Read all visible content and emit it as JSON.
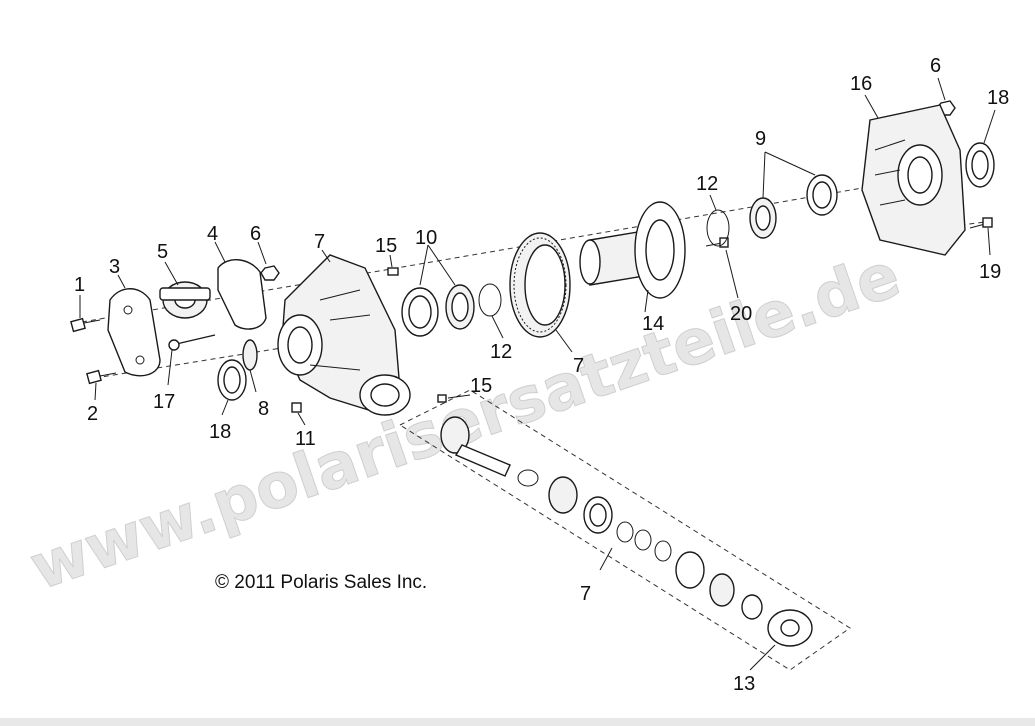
{
  "watermark": "www.polarisersatzteile.de",
  "copyright": "© 2011 Polaris Sales Inc.",
  "callouts": {
    "c1": "1",
    "c2": "2",
    "c3": "3",
    "c4": "4",
    "c5": "5",
    "c6a": "6",
    "c6b": "6",
    "c7a": "7",
    "c7b": "7",
    "c7c": "7",
    "c8": "8",
    "c9": "9",
    "c10": "10",
    "c11": "11",
    "c12a": "12",
    "c12b": "12",
    "c13": "13",
    "c14": "14",
    "c15a": "15",
    "c15b": "15",
    "c16": "16",
    "c17": "17",
    "c18a": "18",
    "c18b": "18",
    "c19": "19",
    "c20": "20"
  }
}
